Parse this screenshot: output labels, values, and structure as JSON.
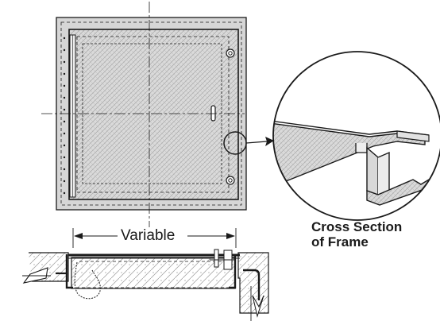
{
  "dimension_label": "Variable",
  "caption": {
    "line1": "Cross Section",
    "line2": "of Frame"
  },
  "colors": {
    "line": "#1a1a1a",
    "frame_fill": "#d6d6d6",
    "panel_fill": "#d9d9d9",
    "hatch": "#a8a8a8"
  }
}
